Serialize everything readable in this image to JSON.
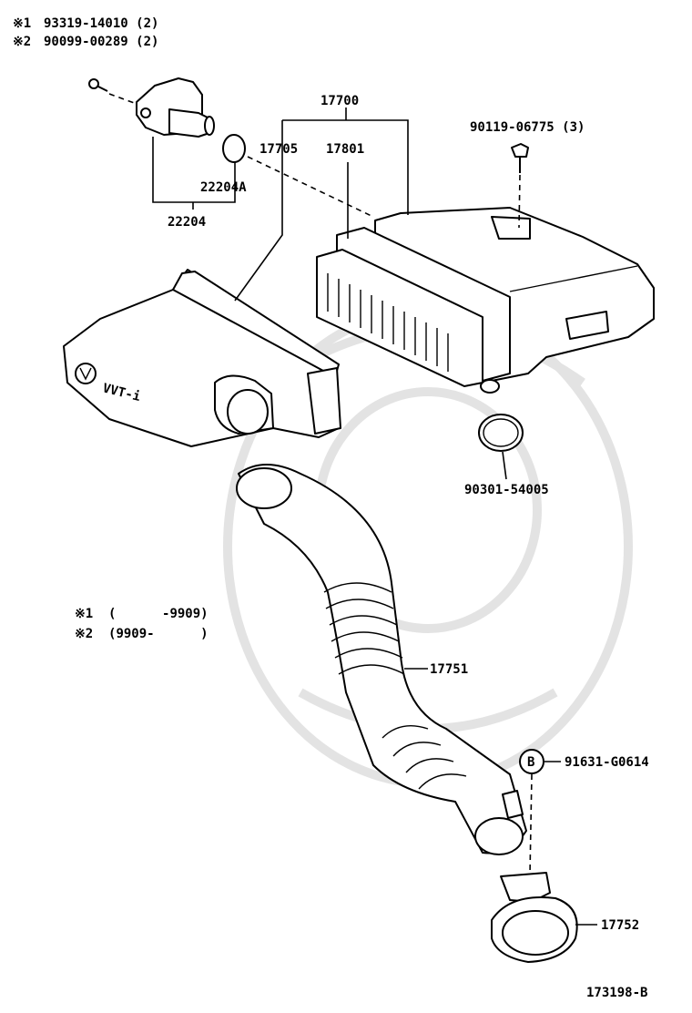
{
  "notes": {
    "ref1_mark": "※1",
    "ref1_part": "93319-14010 (2)",
    "ref2_mark": "※2",
    "ref2_part": "90099-00289 (2)",
    "range1": "※1  (      -9909)",
    "range2": "※2  (9909-      )"
  },
  "labels": {
    "p17700": "17700",
    "p17705": "17705",
    "p17801": "17801",
    "p22204A": "22204A",
    "p22204": "22204",
    "p90119": "90119-06775 (3)",
    "p90301": "90301-54005",
    "p17751": "17751",
    "p91631": "91631-G0614",
    "callout_b": "B",
    "p17752": "17752",
    "vvt": "VVT-i"
  },
  "figure_id": "173198-B"
}
